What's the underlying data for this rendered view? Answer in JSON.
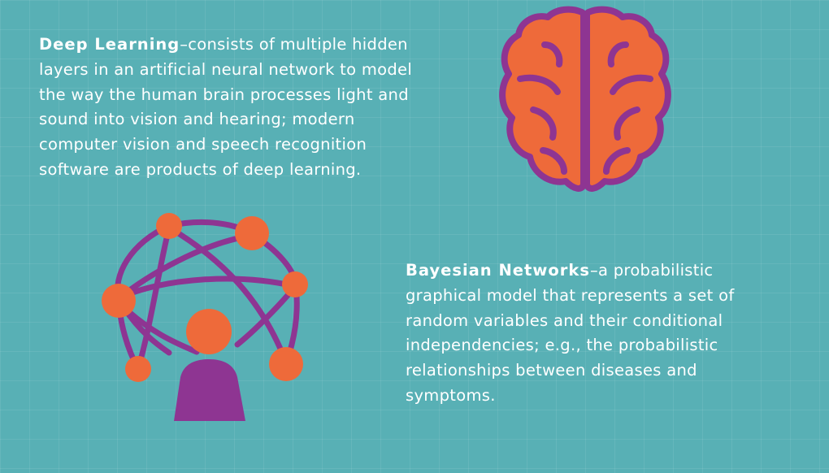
{
  "deep_learning": {
    "term": "Deep Learning",
    "lines": [
      "–consists of multiple hidden",
      "layers in an artificial neural network to model",
      "the way the human brain processes light and",
      "sound into vision and hearing; modern",
      "computer vision and speech recognition",
      "software are products of deep learning."
    ]
  },
  "bayesian": {
    "term": "Bayesian Networks",
    "lines": [
      "–a probabilistic",
      "graphical model that represents a set of",
      "random variables and their conditional",
      "independencies; e.g., the probabilistic",
      "relationships between diseases and",
      "symptoms."
    ]
  },
  "icons": {
    "brain": "brain-icon",
    "network": "person-network-icon"
  },
  "colors": {
    "background": "#58b0b5",
    "accent_orange": "#ee6a3a",
    "accent_purple": "#8e3592",
    "text": "#ffffff"
  }
}
